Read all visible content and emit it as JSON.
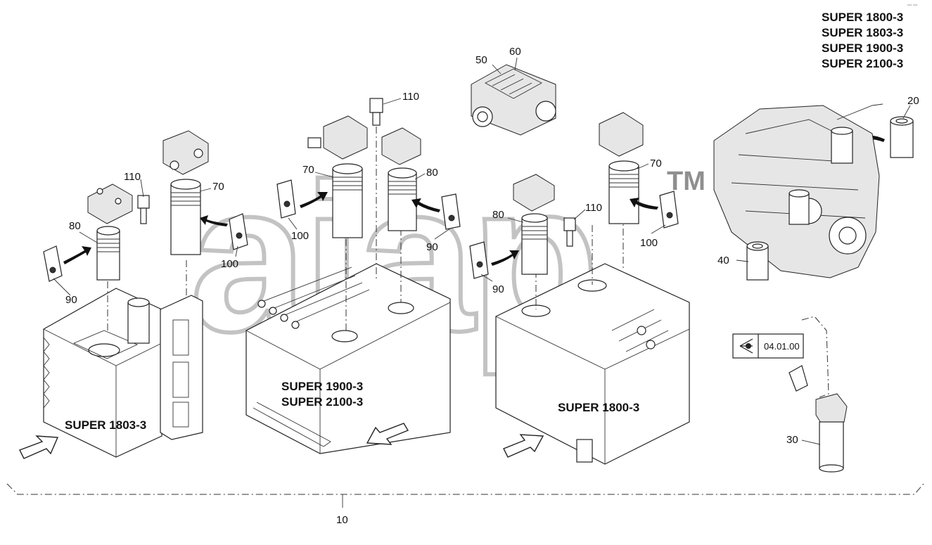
{
  "model_list": [
    "SUPER 1800-3",
    "SUPER 1803-3",
    "SUPER 1900-3",
    "SUPER 2100-3"
  ],
  "corner_mark": "▫▫▫ ▫▫▫",
  "watermark": {
    "text": "aiap",
    "tm": "TM"
  },
  "section_labels": {
    "left": "SUPER 1803-3",
    "center_1": "SUPER 1900-3",
    "center_2": "SUPER 2100-3",
    "right": "SUPER 1800-3"
  },
  "reference_box": {
    "icon": "eye-icon",
    "text": "04.01.00"
  },
  "callouts": {
    "c10": "10",
    "c20": "20",
    "c30": "30",
    "c40": "40",
    "c50": "50",
    "c60": "60",
    "c70_a": "70",
    "c70_b": "70",
    "c70_c": "70",
    "c80_a": "80",
    "c80_b": "80",
    "c80_c": "80",
    "c90_a": "90",
    "c90_b": "90",
    "c90_c": "90",
    "c100_a": "100",
    "c100_b": "100",
    "c100_c": "100",
    "c110_a": "110",
    "c110_b": "110",
    "c110_c": "110"
  }
}
